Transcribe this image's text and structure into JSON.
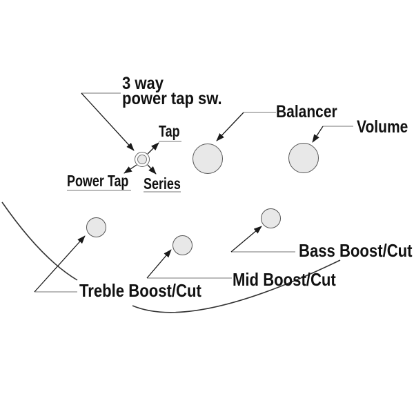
{
  "diagram": {
    "switch": {
      "title_line1": "3 way",
      "title_line2": "power tap sw.",
      "positions": {
        "up": "Tap",
        "left": "Power Tap",
        "down": "Series"
      }
    },
    "knobs": {
      "balancer": "Balancer",
      "volume": "Volume",
      "treble": "Treble Boost/Cut",
      "mid": "Mid Boost/Cut",
      "bass": "Bass Boost/Cut"
    },
    "colors": {
      "background": "#ffffff",
      "knob_fill": "#e8e8e8",
      "knob_outline": "#555555",
      "arrow": "#1a1a1a",
      "leader_line": "#909090",
      "curve": "#333333",
      "text": "#111111"
    }
  }
}
